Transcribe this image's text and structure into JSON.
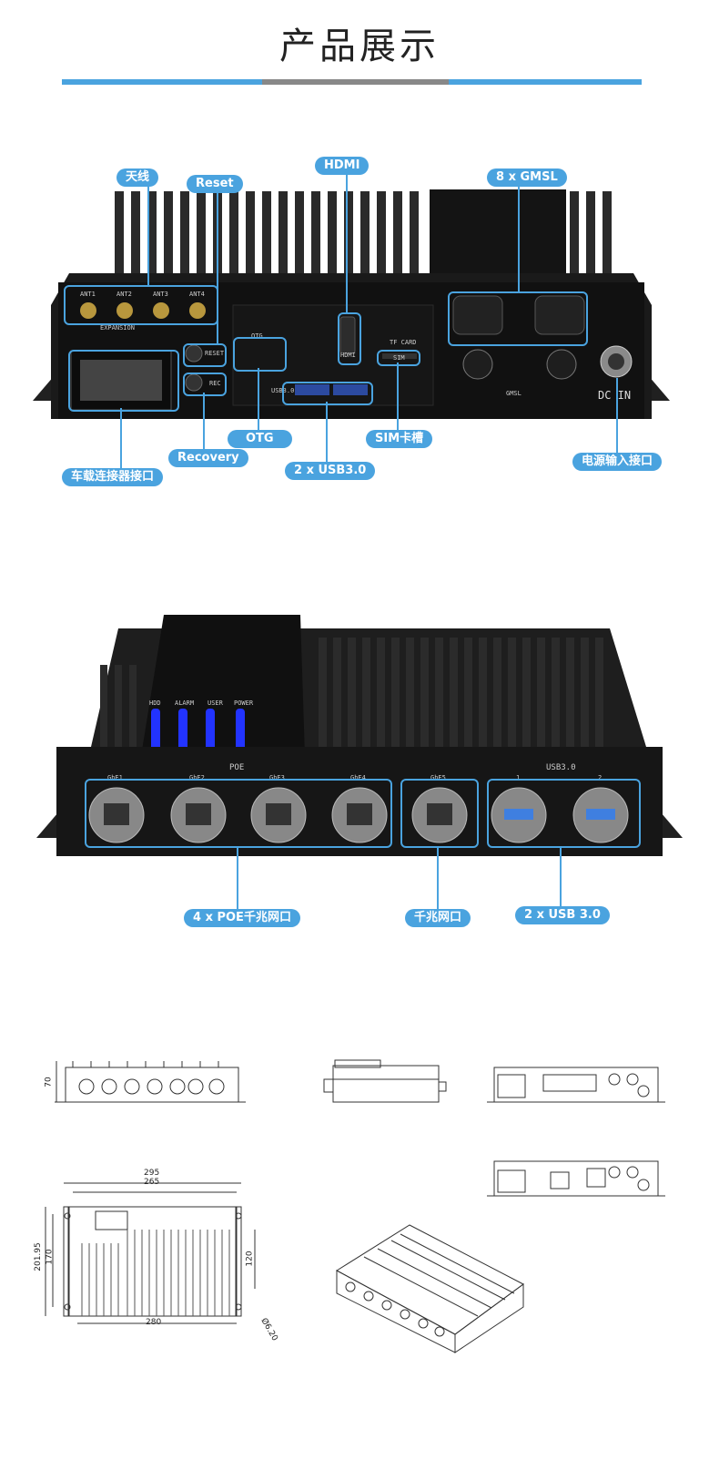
{
  "header": {
    "title": "产品展示"
  },
  "panel1": {
    "labels": {
      "antenna": "天线",
      "reset": "Reset",
      "hdmi": "HDMI",
      "gmsl": "8 x GMSL",
      "otg": "OTG",
      "recovery": "Recovery",
      "sim": "SIM卡槽",
      "usb": "2 x USB3.0",
      "vehicle": "车载连接器接口",
      "power": "电源输入接口"
    },
    "printed": {
      "ant1": "ANT1",
      "ant2": "ANT2",
      "ant3": "ANT3",
      "ant4": "ANT4",
      "expansion": "EXPANSION",
      "reset": "RESET",
      "rec": "REC",
      "otg": "OTG",
      "usb30": "USB3.0",
      "hdmi": "HDMI",
      "tf": "TF CARD",
      "sim": "SIM",
      "gmsl": "GMSL",
      "dcin": "DC IN"
    }
  },
  "panel2": {
    "labels": {
      "poe": "4 x POE千兆网口",
      "gbe": "千兆网口",
      "usb": "2 x USB 3.0"
    },
    "printed": {
      "hdd": "HDD",
      "alarm": "ALARM",
      "user": "USER",
      "power": "POWER",
      "poe": "POE",
      "usb30": "USB3.0",
      "gbe1": "GbE1",
      "gbe2": "GbE2",
      "gbe3": "GbE3",
      "gbe4": "GbE4",
      "gbe5": "GbE5",
      "u1": "1",
      "u2": "2"
    }
  },
  "drawings": {
    "dims": {
      "d70": "70",
      "d295": "295",
      "d265": "265",
      "d201": "201.95",
      "d170": "170",
      "d120": "120",
      "d280": "280",
      "dhole": "Ø6.20"
    }
  },
  "colors": {
    "accent": "#4aa3df",
    "bar_gray": "#888888",
    "device": "#1b1b1b",
    "led_blue": "#2233ff"
  }
}
